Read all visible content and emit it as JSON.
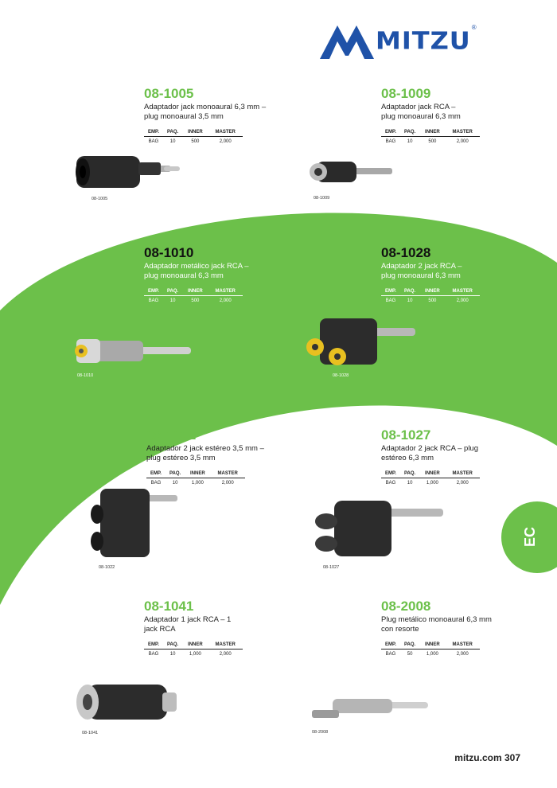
{
  "brand": {
    "name": "MITZU",
    "registered": "®",
    "color": "#1f52a8"
  },
  "accent_color": "#6cc04a",
  "spec_headers": [
    "EMP.",
    "PAQ.",
    "INNER",
    "MASTER"
  ],
  "products": [
    {
      "sku": "08-1005",
      "desc_line1": "Adaptador jack monoaural 6,3 mm –",
      "desc_line2": "plug monoaural 3,5 mm",
      "emp": "BAG",
      "paq": "10",
      "inner": "500",
      "master": "2,000",
      "caption": "08-1005"
    },
    {
      "sku": "08-1009",
      "desc_line1": "Adaptador jack RCA –",
      "desc_line2": "plug monoaural 6,3 mm",
      "emp": "BAG",
      "paq": "10",
      "inner": "500",
      "master": "2,000",
      "caption": "08-1009"
    },
    {
      "sku": "08-1010",
      "desc_line1": "Adaptador metálico jack RCA –",
      "desc_line2": "plug monoaural 6,3 mm",
      "emp": "BAG",
      "paq": "10",
      "inner": "500",
      "master": "2,000",
      "caption": "08-1010"
    },
    {
      "sku": "08-1028",
      "desc_line1": "Adaptador 2 jack RCA –",
      "desc_line2": "plug monoaural 6,3 mm",
      "emp": "BAG",
      "paq": "10",
      "inner": "500",
      "master": "2,000",
      "caption": "08-1028"
    },
    {
      "sku": "08-1022",
      "desc_line1": "Adaptador 2 jack estéreo 3,5 mm –",
      "desc_line2": "plug estéreo 3,5 mm",
      "emp": "BAG",
      "paq": "10",
      "inner": "1,000",
      "master": "2,000",
      "caption": "08-1022"
    },
    {
      "sku": "08-1027",
      "desc_line1": "Adaptador 2 jack RCA – plug",
      "desc_line2": "estéreo 6,3 mm",
      "emp": "BAG",
      "paq": "10",
      "inner": "1,000",
      "master": "2,000",
      "caption": "08-1027"
    },
    {
      "sku": "08-1041",
      "desc_line1": "Adaptador 1 jack RCA – 1",
      "desc_line2": "jack RCA",
      "emp": "BAG",
      "paq": "10",
      "inner": "1,000",
      "master": "2,000",
      "caption": "08-1041"
    },
    {
      "sku": "08-2008",
      "desc_line1": "Plug metálico monoaural 6,3 mm",
      "desc_line2": "con resorte",
      "emp": "BAG",
      "paq": "50",
      "inner": "1,000",
      "master": "2,000",
      "caption": "08-2008"
    }
  ],
  "section_tab": "EC",
  "footer": {
    "site": "mitzu.com",
    "page": "307"
  }
}
